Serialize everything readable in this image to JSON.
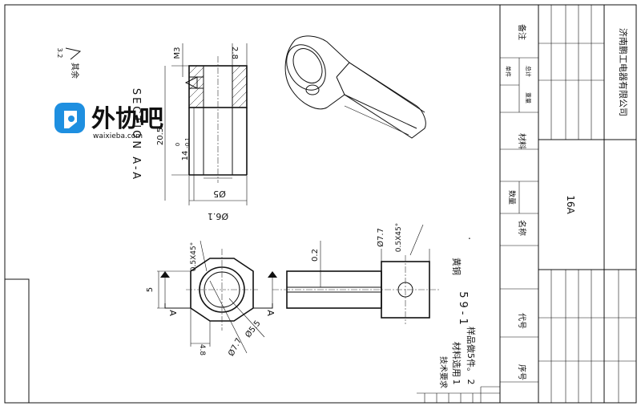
{
  "drawing": {
    "section_label": "SECTION A-A",
    "surface_note_prefix": "其余",
    "surface_roughness": "3.2",
    "material_note": "黄铜",
    "part_code": "16A",
    "company": "济南鹏工电器有限公司",
    "watermark_text": "外协吧",
    "watermark_url": "waixieba.com",
    "section_marker": "A",
    "tech_requirements": {
      "title": "技术要求",
      "item1_num": "1",
      "item1_text": "材料选用",
      "item1_value": "59-1",
      "item2_num": "2",
      "item2_text": "样品做5件。"
    }
  },
  "dimensions": {
    "m3": "M3",
    "d2_8": "2.8",
    "d20_5": "20.5",
    "d14": "14",
    "d14_tol_upper": "0",
    "d14_tol_lower": "-0.1",
    "dia5": "Ø5",
    "dia6_1": "Ø6.1",
    "chamfer": "0.5X45°",
    "d5": "5",
    "d4_8": "4.8",
    "dia7_7": "Ø7.7",
    "dia5_5": "Ø5.5",
    "d0_2": "0.2"
  },
  "title_block": {
    "col_notes": "备注",
    "col_single": "单件",
    "col_total": "总计",
    "col_weight": "重量",
    "col_material": "材料",
    "col_qty": "数量",
    "col_name": "名称",
    "col_code": "代号",
    "col_seq": "序号"
  },
  "colors": {
    "line": "#111111",
    "logo_blue": "#1e8fe0",
    "logo_text": "#2b6fc2"
  }
}
